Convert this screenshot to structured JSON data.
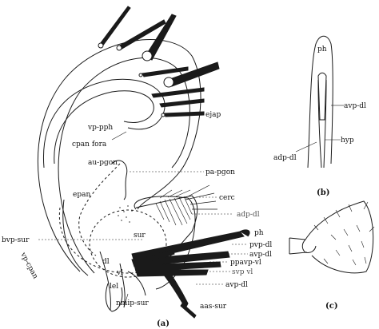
{
  "panels": [
    {
      "id": "a",
      "label": "(a)"
    },
    {
      "id": "b",
      "label": "(b)"
    },
    {
      "id": "c",
      "label": "(c)"
    }
  ],
  "labels_a": {
    "ejap": "ejap",
    "vp_pph": "vp-pph",
    "cpan_fora": "cpan fora",
    "au_pgon": "au-pgon",
    "pa_pgon": "pa-pgon",
    "epan": "epan",
    "cerc": "cerc",
    "adp_dl": "adp-dl",
    "sur": "sur",
    "ph": "ph",
    "bvp_sur": "bvp-sur",
    "pvp_dl": "pvp-dl",
    "avp_dl": "avp-dl",
    "ppavp_vl": "ppavp-vl",
    "svp_vl": "svp vl",
    "vp_cpan": "vp-cpan",
    "dl": "dl",
    "vl": "vl",
    "lel": "lel",
    "avp_dl_2": "avp-dl",
    "nmip_sur": "nmip-sur",
    "aas_sur": "aas-sur"
  },
  "labels_b": {
    "ph": "ph",
    "avp_dl": "avp-dl",
    "hyp": "hyp",
    "adp_dl": "adp-dl"
  },
  "colors": {
    "line": "#1a1a1a",
    "gray_label": "#555555"
  }
}
